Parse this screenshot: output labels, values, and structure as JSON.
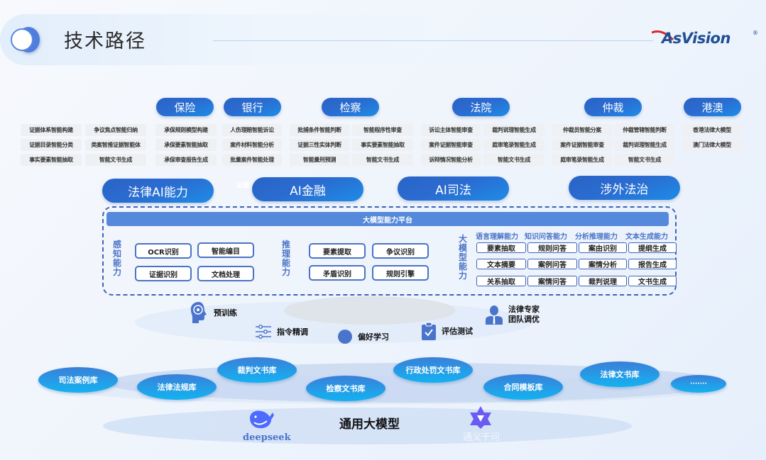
{
  "header": {
    "title": "技术路径",
    "logo_text": "AsVision",
    "logo_mark": "®"
  },
  "sectors": [
    {
      "label": "保险",
      "tags": [
        "承保规则模型构建",
        "承保要素智能抽取",
        "承保审查报告生成"
      ]
    },
    {
      "label": "银行",
      "tags": [
        "人伤理赔智能诉讼",
        "案件材料智能分析",
        "批量案件智能处理"
      ]
    },
    {
      "label": "检察",
      "tags": [
        "批捕条件智能判断",
        "证据三性实体判断",
        "智能量刑预测",
        "智能程序性审查",
        "事实要素智能抽取",
        "智能文书生成"
      ]
    },
    {
      "label": "法院",
      "tags": [
        "诉讼主体智能审查",
        "案件证据智能审查",
        "诉辩情况智能分析",
        "裁判说理智能生成",
        "庭审笔录智能生成",
        "智能文书生成"
      ]
    },
    {
      "label": "仲裁",
      "tags": [
        "仲裁员智能分案",
        "案件证据智能审查",
        "庭审笔录智能生成",
        "仲裁管辖智能判断",
        "裁判说理智能生成",
        "智能文书生成"
      ]
    },
    {
      "label": "港澳",
      "tags": [
        "香港法律大模型",
        "澳门法律大模型"
      ]
    }
  ],
  "general_tags": [
    "证据体系智能构建",
    "证据目录智能分类",
    "事实要素智能抽取",
    "争议焦点智能归纳",
    "类案智推证据智能体",
    "智能文书生成"
  ],
  "domains": [
    "法律AI能力",
    "AI金融",
    "AI司法",
    "涉外法治"
  ],
  "faint_label": "证据",
  "platform": {
    "title": "大模型能力平台",
    "perception": {
      "label": [
        "感",
        "知",
        "能",
        "力"
      ],
      "items": [
        "OCR识别",
        "智能编目",
        "证据识别",
        "文档处理"
      ]
    },
    "reasoning": {
      "label": [
        "推",
        "理",
        "能",
        "力"
      ],
      "items": [
        "要素提取",
        "争议识别",
        "矛盾识别",
        "规则引擎"
      ]
    },
    "llm": {
      "label": [
        "大",
        "模",
        "型",
        "能",
        "力"
      ],
      "columns": [
        "语言理解能力",
        "知识问答能力",
        "分析推理能力",
        "文本生成能力"
      ],
      "rows": [
        [
          "要素抽取",
          "规则问答",
          "案由识别",
          "提纲生成"
        ],
        [
          "文本摘要",
          "案例问答",
          "案情分析",
          "报告生成"
        ],
        [
          "关系抽取",
          "案情问答",
          "裁判说理",
          "文书生成"
        ]
      ]
    }
  },
  "training": {
    "pretrain": "预训练",
    "instruction_tuning": "指令精调",
    "preference_learning": "偏好学习",
    "evaluation": "评估测试",
    "expert_tuning_line1": "法律专家",
    "expert_tuning_line2": "团队调优"
  },
  "knowledge_bases": [
    "司法案例库",
    "法律法规库",
    "裁判文书库",
    "检察文书库",
    "行政处罚文书库",
    "合同模板库",
    "法律文书库",
    "·······"
  ],
  "foundation": {
    "title": "通用大模型",
    "deepseek": "deepseek",
    "tongyi": "通义千问"
  },
  "colors": {
    "pill_blue": "#2a64c6",
    "platform_bar": "#5589db",
    "dashed_border": "#3d64b8",
    "label_blue": "#4a73c6",
    "kb_cyan": "#12b2f0"
  }
}
